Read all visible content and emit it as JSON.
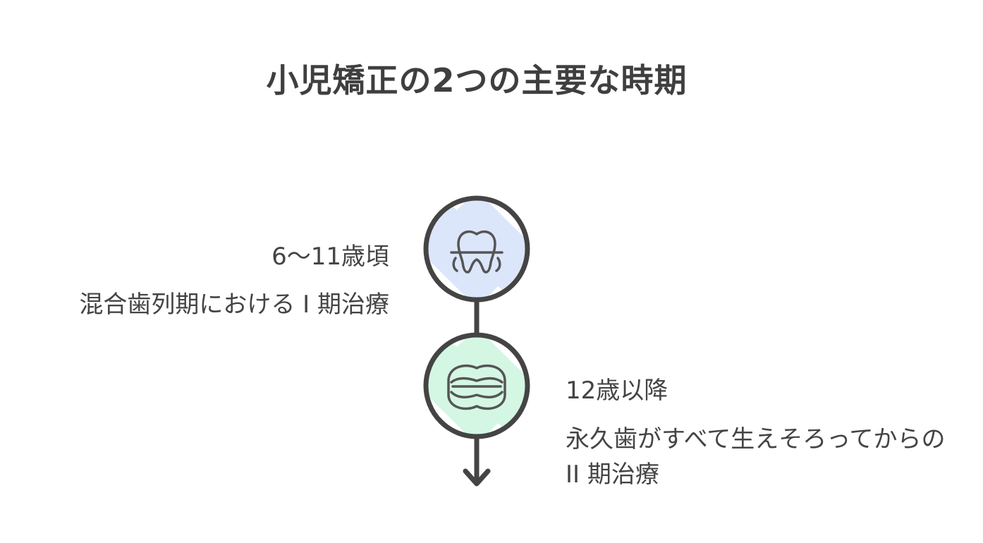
{
  "title": "小児矯正の2つの主要な時期",
  "stages": [
    {
      "period": "6〜11歳頃",
      "description": "混合歯列期における I 期治療",
      "icon": "teeth-icon",
      "accent": "#dce6fb"
    },
    {
      "period": "12歳以降",
      "description": "永久歯がすべて生えそろってからの II 期治療",
      "icon": "mouth-icon",
      "accent": "#d4f7e3"
    }
  ],
  "colors": {
    "line": "#444444",
    "text": "#444444"
  }
}
